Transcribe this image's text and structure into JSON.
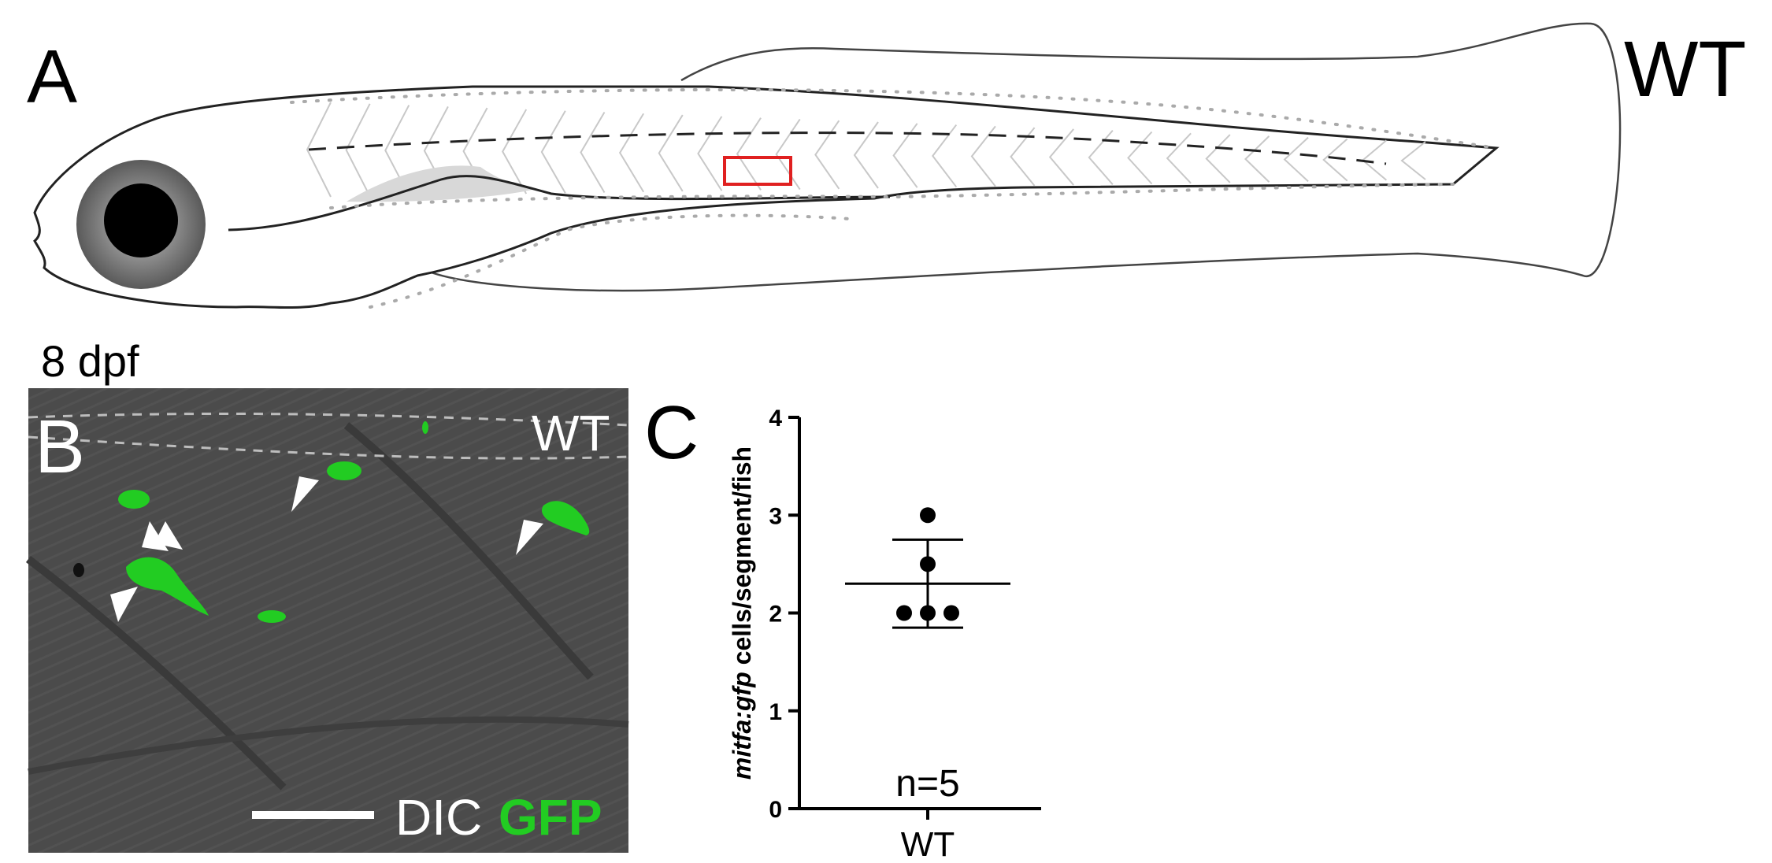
{
  "figure": {
    "panel_a": {
      "letter": "A",
      "genotype": "WT",
      "stage": "8 dpf"
    },
    "panel_b": {
      "letter": "B",
      "genotype": "WT",
      "channel_dic": "DIC",
      "channel_gfp": "GFP",
      "colors": {
        "gfp": "#22cc22",
        "background": "#4a4a4a"
      }
    },
    "panel_c": {
      "letter": "C",
      "ylabel_italic": "mitfa:gfp",
      "ylabel_rest": " cells/segment/fish",
      "n_label": "n=5",
      "category": "WT"
    },
    "schematic": {
      "highlight_color": "#e02020"
    }
  },
  "chart_data": {
    "type": "scatter",
    "title": "",
    "xlabel": "",
    "ylabel": "mitfa:gfp cells/segment/fish",
    "categories": [
      "WT"
    ],
    "ylim": [
      0,
      4
    ],
    "yticks": [
      0,
      1,
      2,
      3,
      4
    ],
    "series": [
      {
        "category": "WT",
        "points": [
          3,
          2.5,
          2,
          2,
          2
        ],
        "mean": 2.3,
        "sd": 0.45
      }
    ],
    "annotation": "n=5"
  }
}
